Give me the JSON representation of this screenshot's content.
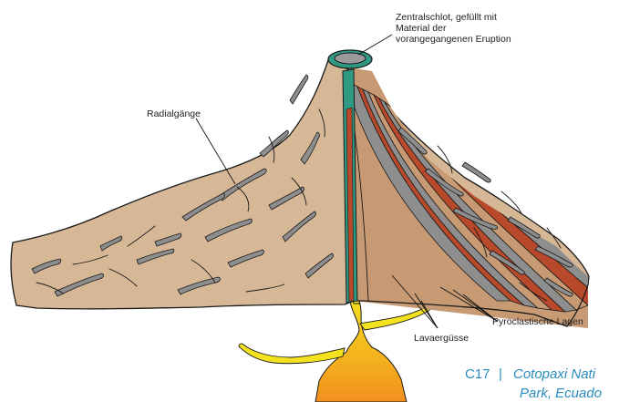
{
  "labels": {
    "conduit": [
      "Zentralschlot, gefüllt mit",
      "Material der",
      "vorangegangenen Eruption"
    ],
    "radial_dikes": "Radialgänge",
    "pyroclastic": "Pyroclastische Lagen",
    "lava": "Lavaergüsse"
  },
  "caption": {
    "code": "C17",
    "separator": "|",
    "line1": "Cotopaxi Nati",
    "line2": "Park, Ecuado"
  },
  "colors": {
    "rock": "#d7b896",
    "streak": "#8e8e8e",
    "lava_layer": "#b8492a",
    "tan_layer": "#c79a73",
    "conduit": "#2f9a83",
    "magma_top": "#f2d820",
    "magma_bottom": "#f29a20",
    "caption": "#2a8cc0"
  }
}
